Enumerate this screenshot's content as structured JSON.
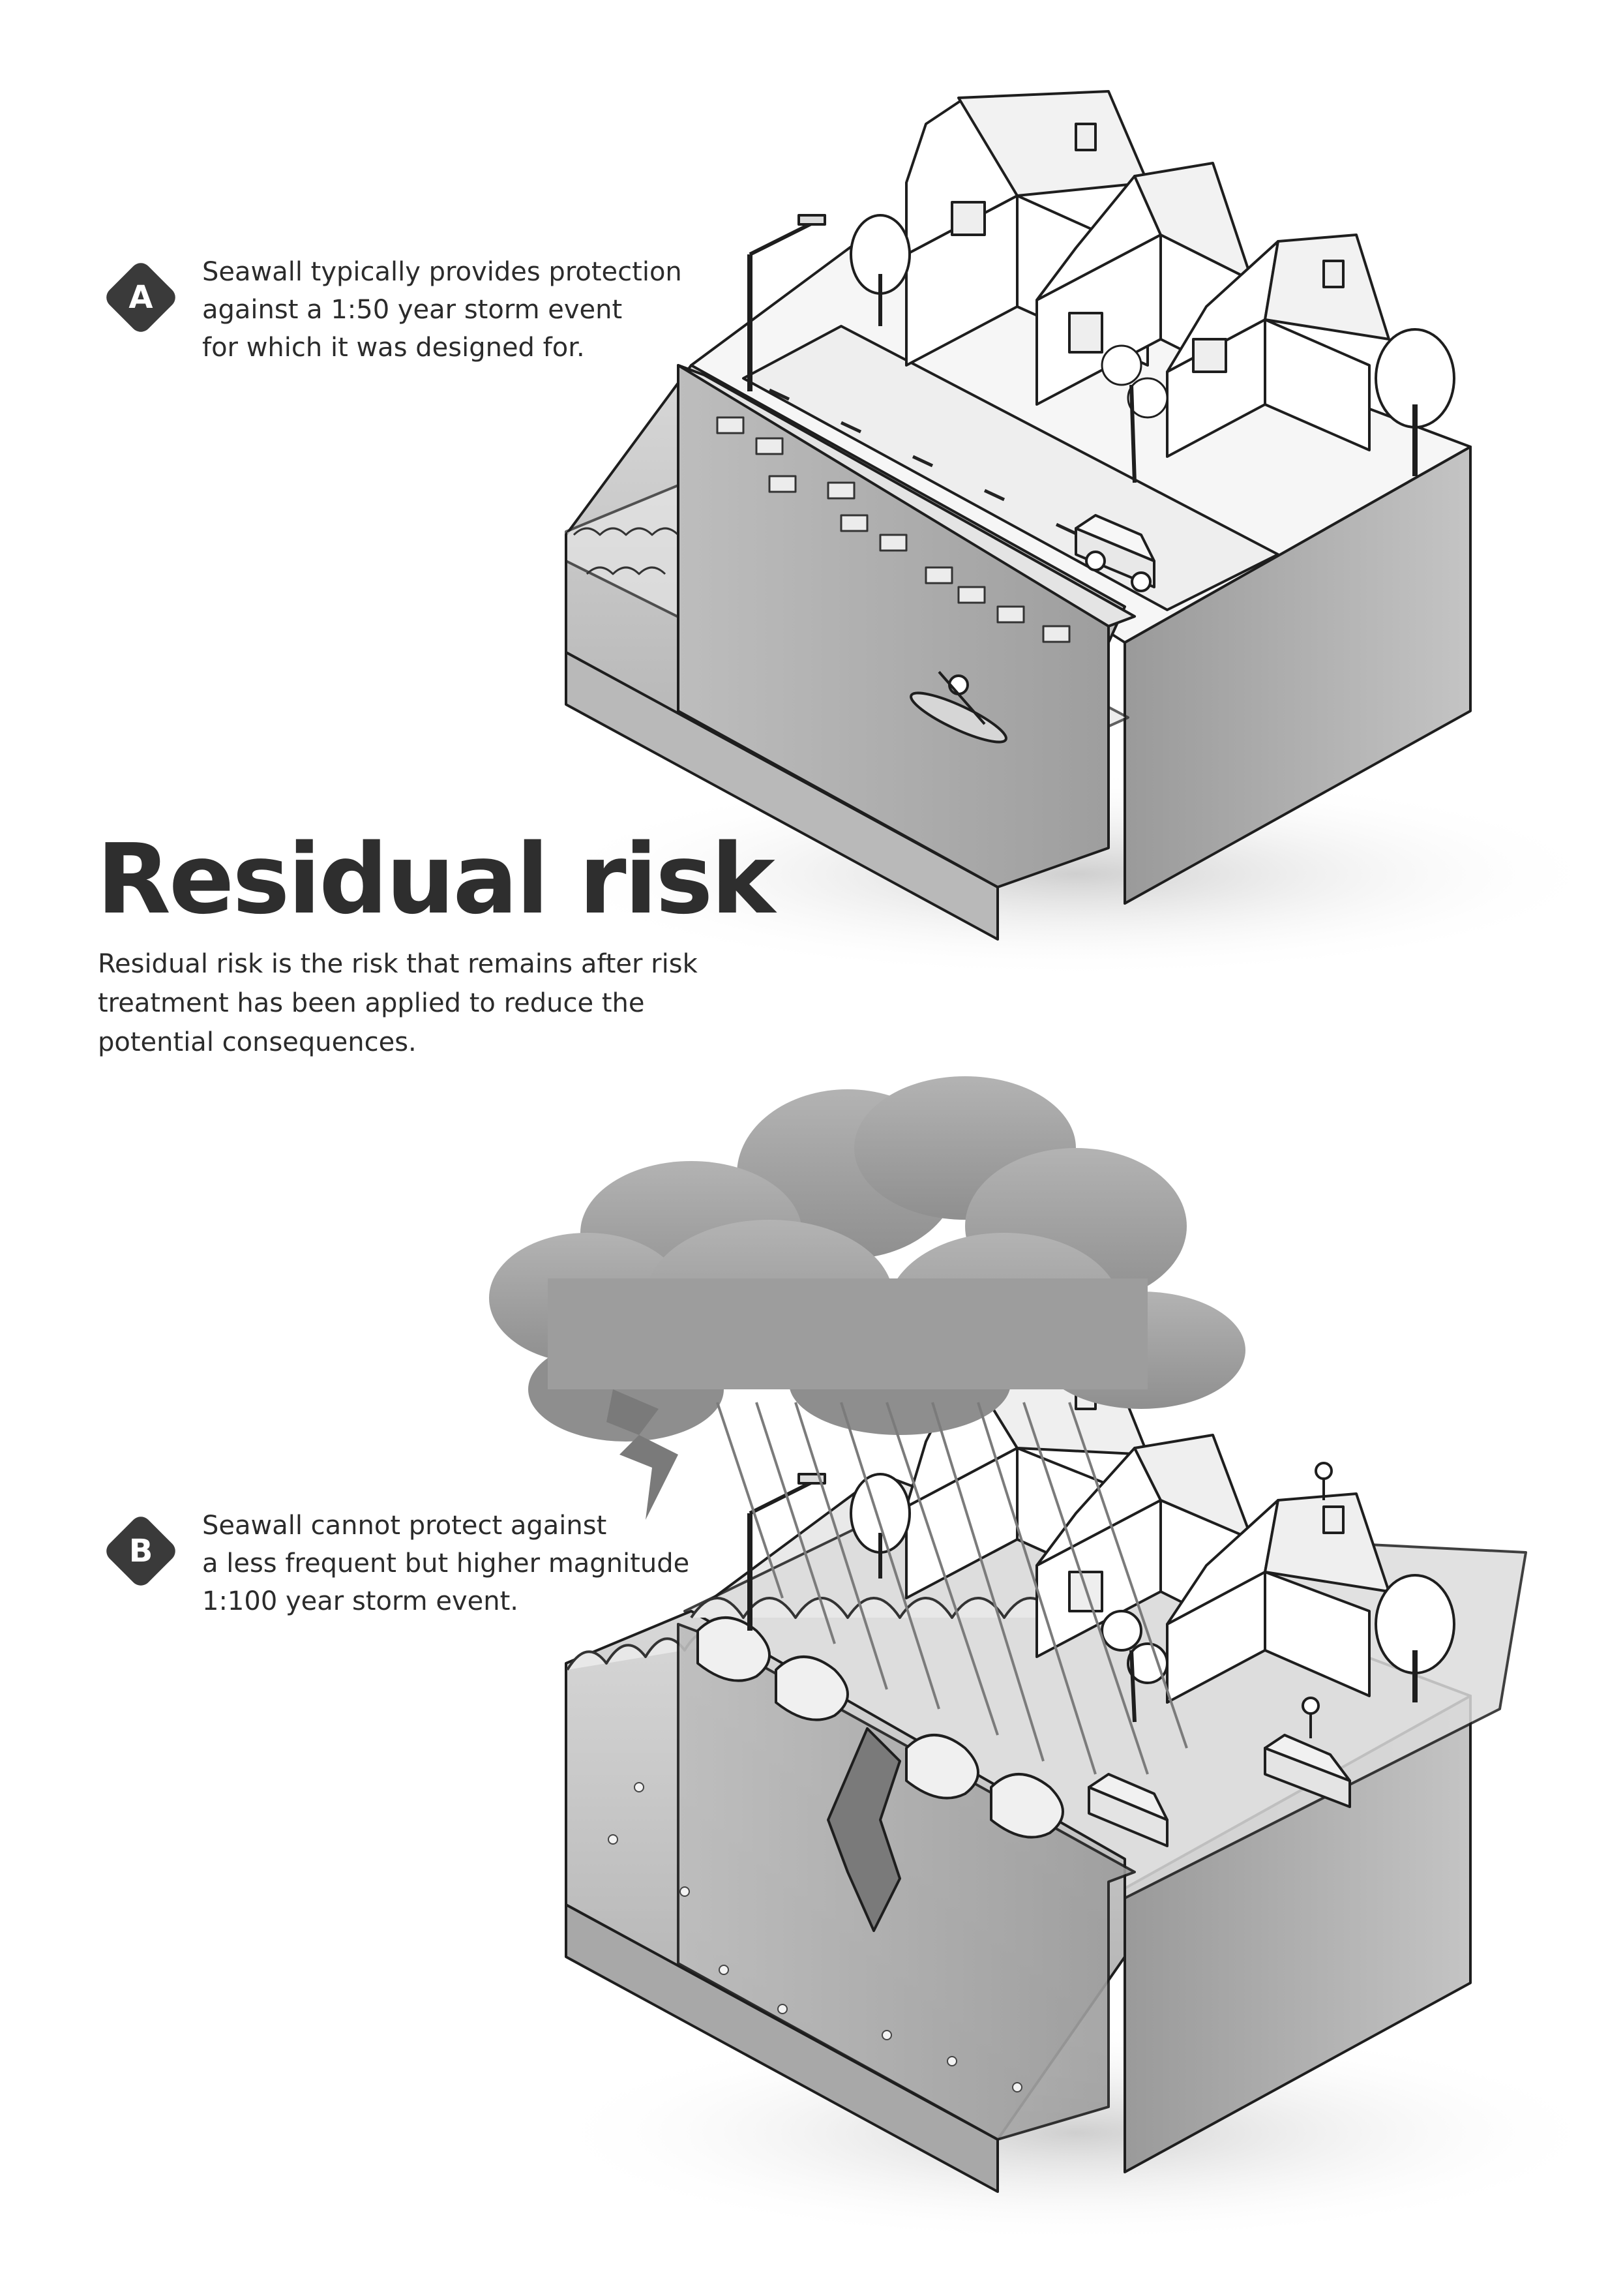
{
  "panel_a": {
    "badge": "A",
    "caption_lines": [
      "Seawall typically provides protection",
      "against a 1:50 year storm event",
      "for which it was designed for."
    ]
  },
  "heading": {
    "title": "Residual risk",
    "description_lines": [
      "Residual risk is the risk that remains after risk",
      "treatment has been applied to reduce the",
      "potential consequences."
    ]
  },
  "panel_b": {
    "badge": "B",
    "caption_lines": [
      "Seawall cannot protect against",
      "a less frequent but higher magnitude",
      "1:100 year storm event."
    ]
  }
}
